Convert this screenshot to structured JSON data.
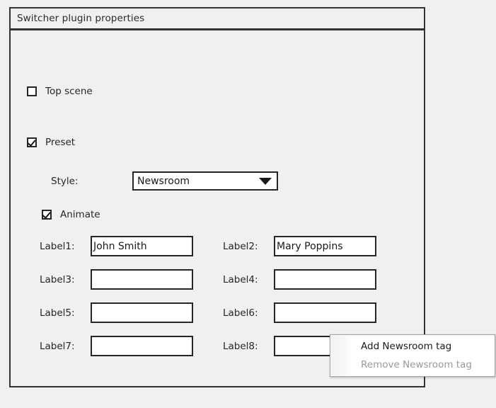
{
  "dialog": {
    "title": "Switcher plugin properties"
  },
  "options": {
    "top_scene": {
      "label": "Top scene",
      "checked": false
    },
    "preset": {
      "label": "Preset",
      "checked": true
    },
    "animate": {
      "label": "Animate",
      "checked": true
    }
  },
  "style": {
    "caption": "Style:",
    "value": "Newsroom",
    "arrow_icon": "chevron-down-icon"
  },
  "labels": [
    {
      "caption": "Label1:",
      "value": "John Smith"
    },
    {
      "caption": "Label2:",
      "value": "Mary Poppins"
    },
    {
      "caption": "Label3:",
      "value": ""
    },
    {
      "caption": "Label4:",
      "value": ""
    },
    {
      "caption": "Label5:",
      "value": ""
    },
    {
      "caption": "Label6:",
      "value": ""
    },
    {
      "caption": "Label7:",
      "value": ""
    },
    {
      "caption": "Label8:",
      "value": ""
    }
  ],
  "context_menu": {
    "items": [
      {
        "label": "Add Newsroom tag",
        "enabled": true
      },
      {
        "label": "Remove Newsroom tag",
        "enabled": false
      }
    ]
  },
  "colors": {
    "dialog_bg": "#f0f0f0",
    "border": "#333333",
    "field_bg": "#ffffff",
    "text": "#262626",
    "disabled_text": "#9a9a9a"
  }
}
